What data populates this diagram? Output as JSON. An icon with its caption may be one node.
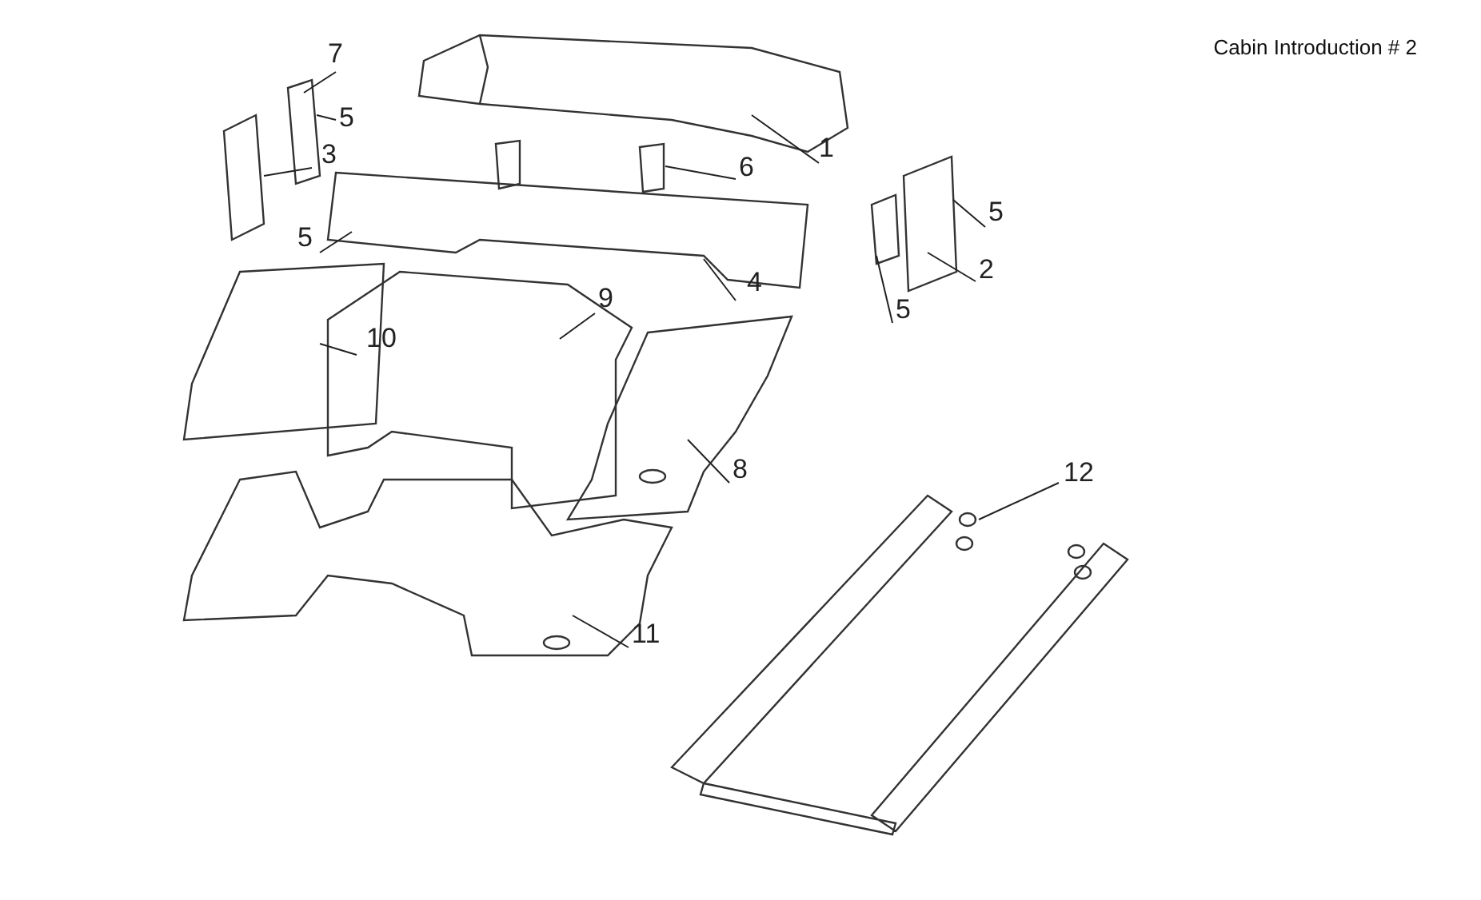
{
  "diagram": {
    "title": "Cabin Introduction # 2",
    "nodes": [
      {
        "text": [
          "7"
        ]
      },
      {
        "text": [
          "1"
        ]
      },
      {
        "text": [
          "5"
        ]
      },
      {
        "text": [
          "3"
        ]
      },
      {
        "text": [
          "6"
        ]
      },
      {
        "text": [
          "5"
        ]
      },
      {
        "text": [
          "5"
        ]
      },
      {
        "text": [
          "2"
        ]
      },
      {
        "text": [
          "4"
        ]
      },
      {
        "text": [
          "5"
        ]
      },
      {
        "text": [
          "9"
        ]
      },
      {
        "text": [
          "10"
        ]
      },
      {
        "text": [
          "8"
        ]
      },
      {
        "text": [
          "12"
        ]
      },
      {
        "text": [
          "11"
        ]
      }
    ],
    "edges": [
      {
        "from": 0,
        "to": null,
        "arrow": "none"
      },
      {
        "from": 1,
        "to": null,
        "arrow": "none"
      },
      {
        "from": 2,
        "to": null,
        "arrow": "none"
      },
      {
        "from": 3,
        "to": null,
        "arrow": "none"
      },
      {
        "from": 4,
        "to": null,
        "arrow": "none"
      },
      {
        "from": 5,
        "to": null,
        "arrow": "none"
      },
      {
        "from": 6,
        "to": null,
        "arrow": "none"
      },
      {
        "from": 7,
        "to": null,
        "arrow": "none"
      },
      {
        "from": 8,
        "to": null,
        "arrow": "none"
      },
      {
        "from": 9,
        "to": null,
        "arrow": "none"
      },
      {
        "from": 10,
        "to": null,
        "arrow": "none"
      },
      {
        "from": 11,
        "to": null,
        "arrow": "none"
      },
      {
        "from": 12,
        "to": null,
        "arrow": "none"
      },
      {
        "from": 13,
        "to": null,
        "arrow": "none"
      },
      {
        "from": 14,
        "to": null,
        "arrow": "none"
      }
    ]
  }
}
